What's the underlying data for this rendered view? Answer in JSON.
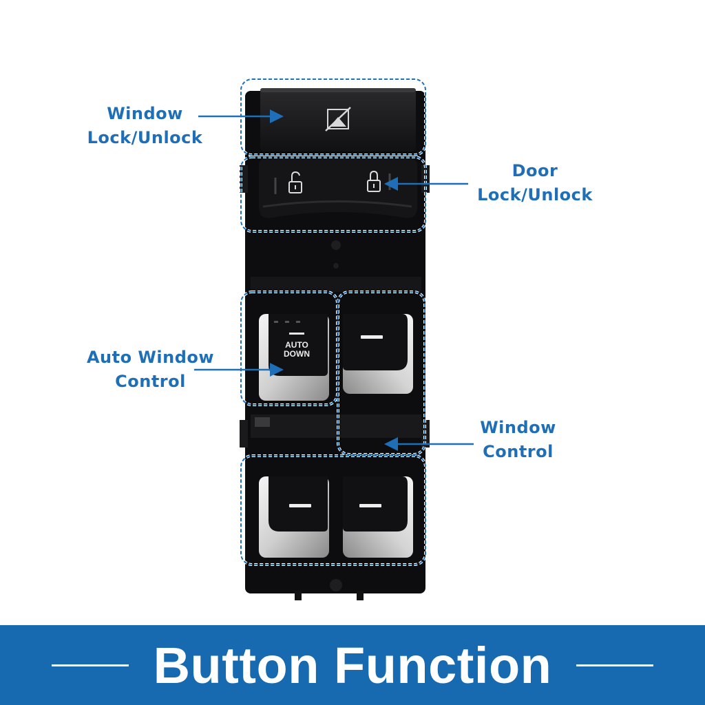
{
  "labels": {
    "window_lock": [
      "Window",
      "Lock/Unlock"
    ],
    "door_lock": [
      "Door",
      "Lock/Unlock"
    ],
    "auto_window": [
      "Auto Window",
      "Control"
    ],
    "window_control": [
      "Window",
      "Control"
    ]
  },
  "button_text": [
    "AUTO",
    "DOWN"
  ],
  "banner": {
    "title": "Button Function"
  },
  "colors": {
    "accent": "#1769b0",
    "label": "#1f6fb8",
    "panel": "#0d0d0f",
    "chrome": "#e4e4e4"
  },
  "icons": [
    "window-lock-icon",
    "unlock-padlock-icon",
    "lock-padlock-icon",
    "minus-icon"
  ]
}
